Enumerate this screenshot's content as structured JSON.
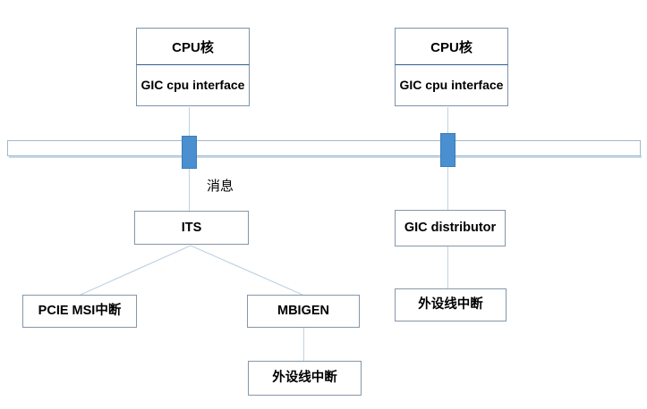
{
  "diagram": {
    "title": "GIC interrupt routing diagram",
    "colors": {
      "box_border": "#8496a8",
      "connector_fill": "#4a8fd0",
      "connector_border": "#3c7cb8",
      "link_line": "#bfd3e3",
      "bus_border": "#9fb8cd",
      "background": "#ffffff",
      "text": "#000000"
    },
    "nodes": {
      "cpu_left": {
        "top_label": "CPU核",
        "bottom_label": "GIC cpu interface"
      },
      "cpu_right": {
        "top_label": "CPU核",
        "bottom_label": "GIC cpu interface"
      },
      "its": {
        "label": "ITS"
      },
      "gic_distributor": {
        "label": "GIC distributor"
      },
      "pcie_msi": {
        "label": "PCIE MSI中断"
      },
      "mbigen": {
        "label": "MBIGEN"
      },
      "mbigen_peripheral": {
        "label": "外设线中断"
      },
      "gicd_peripheral": {
        "label": "外设线中断"
      }
    },
    "labels": {
      "message": "消息"
    }
  }
}
